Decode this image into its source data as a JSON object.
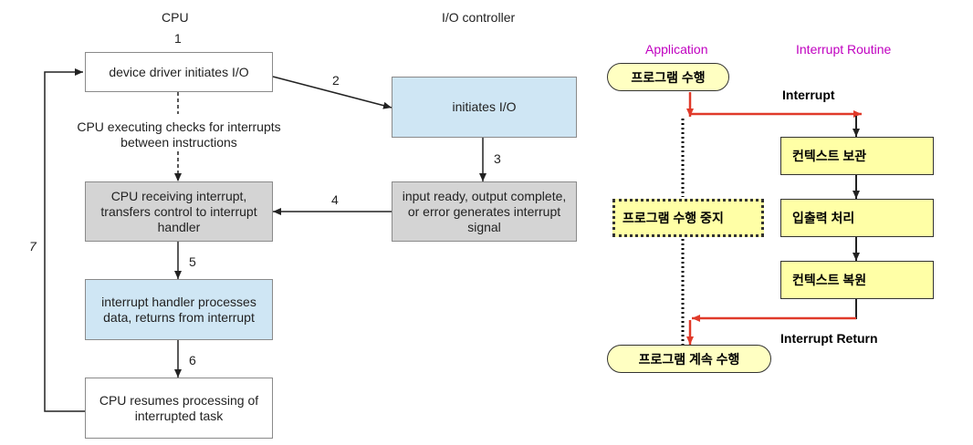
{
  "left": {
    "cpu_heading": "CPU",
    "io_heading": "I/O controller",
    "box_device_driver": "device driver initiates I/O",
    "box_initiates_io": "initiates I/O",
    "note_cpu_checks": "CPU executing checks for interrupts between instructions",
    "box_cpu_receiving": "CPU receiving interrupt, transfers control to interrupt handler",
    "box_input_ready": "input ready, output complete, or error generates interrupt signal",
    "box_handler": "interrupt handler processes data, returns from interrupt",
    "box_resumes": "CPU resumes processing of interrupted task",
    "steps": [
      "1",
      "2",
      "3",
      "4",
      "5",
      "6",
      "7"
    ]
  },
  "right": {
    "application_label": "Application",
    "routine_label": "Interrupt Routine",
    "start": "프로그램 수행",
    "interrupt": "Interrupt",
    "save_context": "컨텍스트 보관",
    "paused": "프로그램 수행 중지",
    "io_process": "입출력 처리",
    "restore_context": "컨텍스트 복원",
    "interrupt_return": "Interrupt Return",
    "continue": "프로그램 계속 수행",
    "accent_color": "#c000c0",
    "arrow_color": "#e03a2a",
    "box_fill": "#ffffa6"
  }
}
